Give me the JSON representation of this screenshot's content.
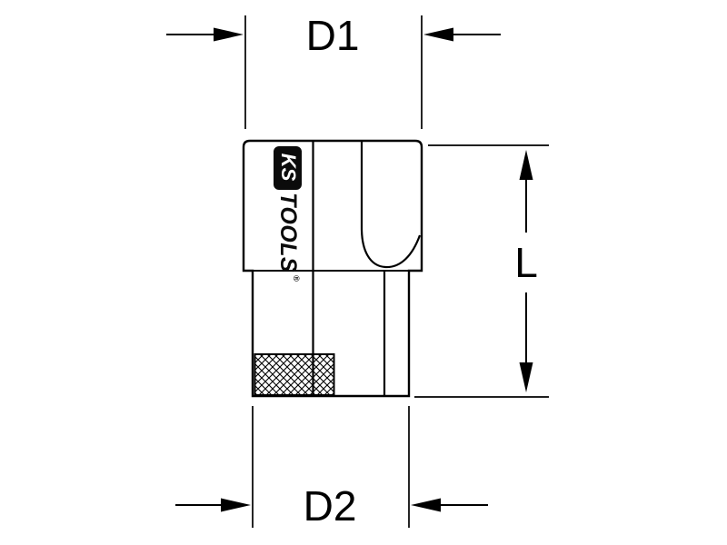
{
  "dimensions": {
    "d1_label": "D1",
    "d2_label": "D2",
    "length_label": "L"
  },
  "brand": {
    "ks": "KS",
    "tools": "TOOLS",
    "registered": "®"
  },
  "colors": {
    "line": "#000000",
    "background": "#ffffff",
    "logo_box": "#0b0b0b",
    "logo_box_text": "#ffffff"
  }
}
